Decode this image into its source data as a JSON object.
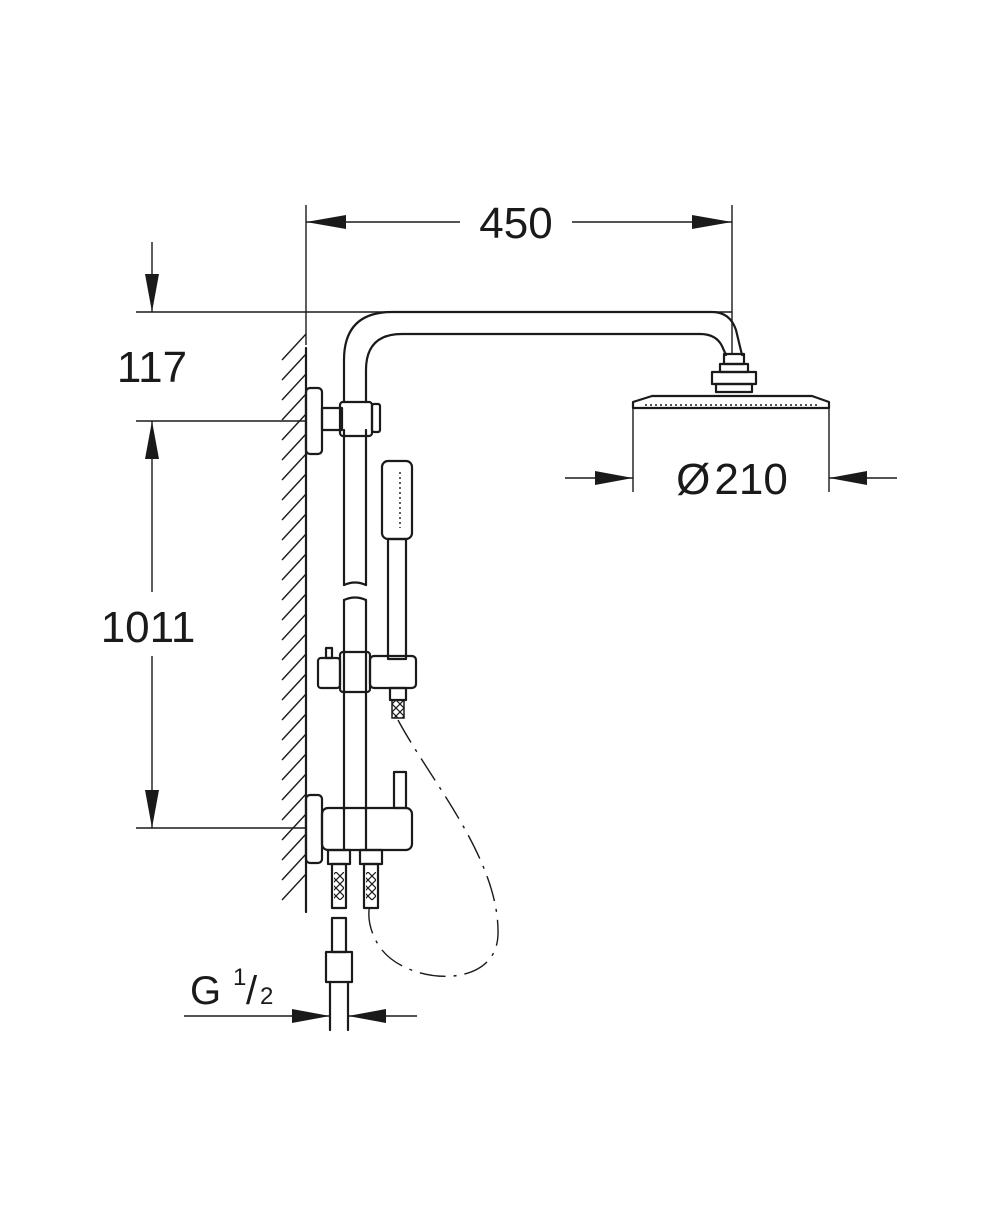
{
  "dimensions": {
    "width": "450",
    "height_top": "117",
    "height_main": "1011",
    "diameter_symbol": "Ø",
    "diameter": "210",
    "thread_prefix": "G",
    "thread_num": "1",
    "thread_den": "2"
  },
  "colors": {
    "line": "#1a1a1a",
    "background": "#ffffff"
  }
}
